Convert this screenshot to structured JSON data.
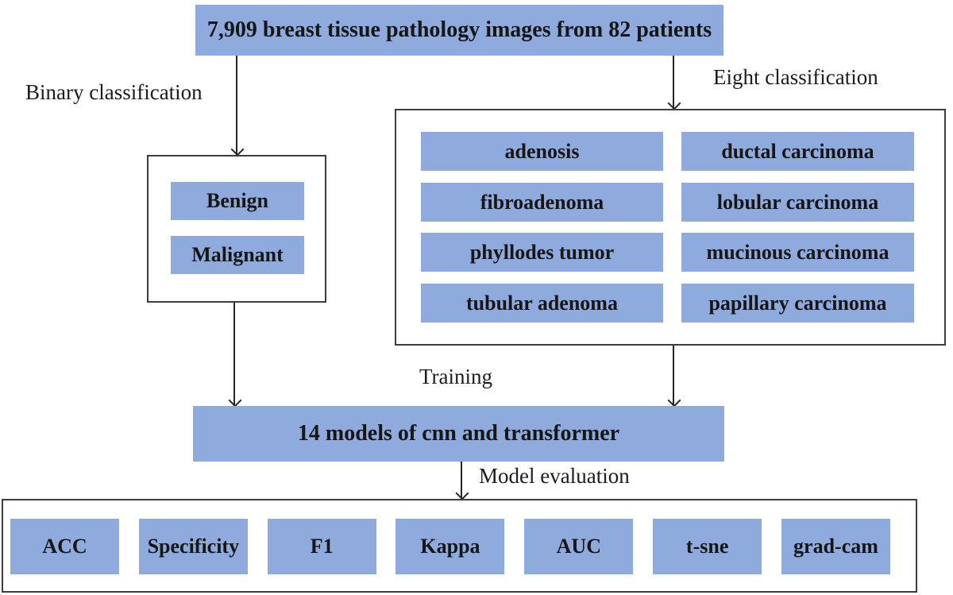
{
  "colors": {
    "box_fill": "#8faadc",
    "outline": "#3d3d3d",
    "line": "#262626"
  },
  "source": {
    "label": "7,909 breast tissue pathology images from 82 patients"
  },
  "branches": {
    "binary": {
      "annotation": "Binary classification",
      "classes": [
        "Benign",
        "Malignant"
      ]
    },
    "eight": {
      "annotation": "Eight classification",
      "classes": [
        "adenosis",
        "ductal carcinoma",
        "fibroadenoma",
        "lobular carcinoma",
        "phyllodes tumor",
        "mucinous carcinoma",
        "tubular adenoma",
        "papillary carcinoma"
      ]
    }
  },
  "training": {
    "annotation": "Training",
    "label": "14 models of cnn and transformer"
  },
  "evaluation": {
    "annotation": "Model evaluation",
    "metrics": [
      "ACC",
      "Specificity",
      "F1",
      "Kappa",
      "AUC",
      "t-sne",
      "grad-cam"
    ]
  }
}
